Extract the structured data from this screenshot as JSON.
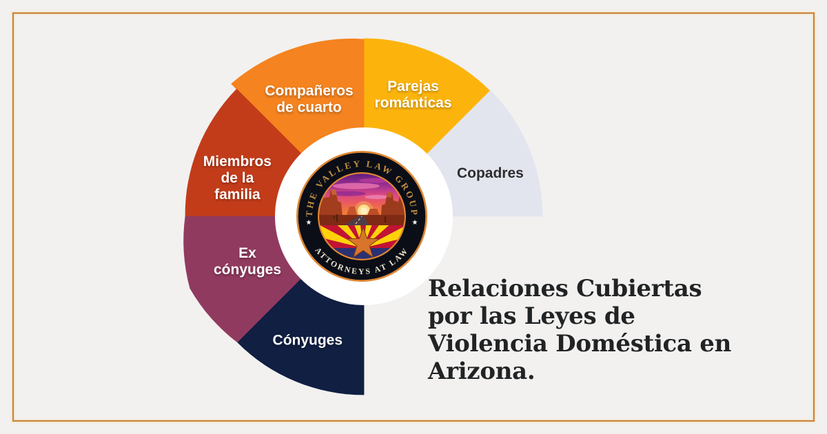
{
  "page": {
    "background": "#f2f1f0",
    "frame_color": "#c9823d"
  },
  "headline": {
    "color": "#212324",
    "lines": [
      "Relaciones Cubiertas",
      "por las Leyes de",
      "Violencia Doméstica en",
      "Arizona."
    ]
  },
  "logo": {
    "top_text": "THE VALLEY LAW GROUP",
    "bottom_text": "ATTORNEYS AT LAW",
    "left_star": "★",
    "right_star": "★",
    "ring_color": "#0b0e17",
    "rim_color": "#df8633",
    "top_text_color": "#c18f41",
    "bottom_text_color": "#efe5ce"
  },
  "chart_data": {
    "type": "pie",
    "title": "Relaciones Cubiertas por las Leyes de Violencia Doméstica en Arizona.",
    "description": "Six equal ring segments (45° each) forming a 270° donut; bottom-right quadrant empty; law-firm logo in the center hole.",
    "layout": {
      "center": [
        528,
        314
      ],
      "inner_radius": 129,
      "hole_color": "#ffffff",
      "segment_sweep_deg": 45,
      "start_angle_deg": 0,
      "direction": "ccw",
      "empty_arc": "bottom-right quadrant"
    },
    "segments": [
      {
        "label": "Copadres",
        "value_deg": 45,
        "color": "#e3e5ee",
        "label_color": "#2d2d2f",
        "label_lines": [
          "Copadres"
        ],
        "label_angle_deg": 19,
        "label_radius": 194,
        "outer_radius": [
          259,
          259,
          259
        ]
      },
      {
        "label": "Parejas románticas",
        "value_deg": 45,
        "color": "#fcb40d",
        "label_color": "#ffffff",
        "label_lines": [
          "Parejas",
          "románticas"
        ],
        "label_angle_deg": 68,
        "label_radius": 191,
        "outer_radius": [
          258,
          258,
          258
        ]
      },
      {
        "label": "Compañeros de cuarto",
        "value_deg": 45,
        "color": "#f5831f",
        "label_color": "#ffffff",
        "label_lines": [
          "Compañeros",
          "de cuarto"
        ],
        "label_angle_deg": 115,
        "label_radius": 188,
        "outer_radius": [
          257,
          264,
          272
        ]
      },
      {
        "label": "Miembros de la familia",
        "value_deg": 45,
        "color": "#c23c1a",
        "label_color": "#ffffff",
        "label_lines": [
          "Miembros",
          "de la",
          "familia"
        ],
        "label_angle_deg": 163,
        "label_radius": 192,
        "outer_radius": [
          261,
          260,
          259
        ]
      },
      {
        "label": "Ex cónyuges",
        "value_deg": 45,
        "color": "#913a5f",
        "label_color": "#ffffff",
        "label_lines": [
          "Ex",
          "cónyuges"
        ],
        "label_angle_deg": 201,
        "label_radius": 181,
        "outer_radius": [
          259,
          273,
          259
        ]
      },
      {
        "label": "Cónyuges",
        "value_deg": 45,
        "color": "#101f42",
        "label_color": "#ffffff",
        "label_lines": [
          "Cónyuges"
        ],
        "label_angle_deg": 245.5,
        "label_radius": 197,
        "outer_radius": [
          259,
          259,
          259
        ]
      }
    ]
  }
}
